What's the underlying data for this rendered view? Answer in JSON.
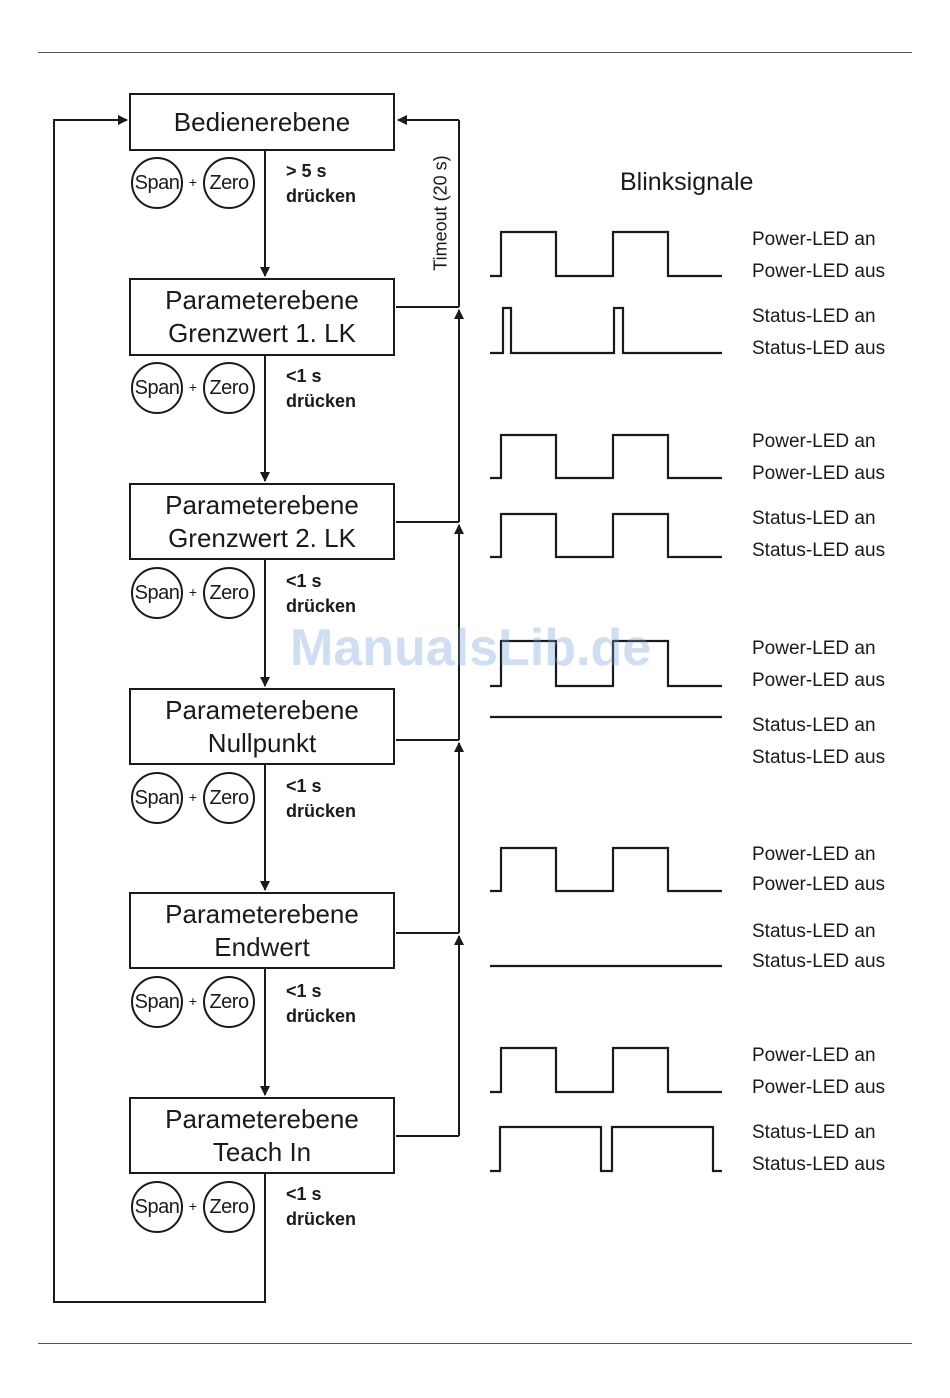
{
  "levels": [
    {
      "lines": [
        "Bedienerebene"
      ],
      "hold": [
        "> 5 s",
        "drücken"
      ]
    },
    {
      "lines": [
        "Parameterebene",
        "Grenzwert 1. LK"
      ],
      "hold": [
        "<1 s",
        "drücken"
      ]
    },
    {
      "lines": [
        "Parameterebene",
        "Grenzwert 2. LK"
      ],
      "hold": [
        "<1 s",
        "drücken"
      ]
    },
    {
      "lines": [
        "Parameterebene",
        "Nullpunkt"
      ],
      "hold": [
        "<1 s",
        "drücken"
      ]
    },
    {
      "lines": [
        "Parameterebene",
        "Endwert"
      ],
      "hold": [
        "<1 s",
        "drücken"
      ]
    },
    {
      "lines": [
        "Parameterebene",
        "Teach In"
      ],
      "hold": [
        "<1 s",
        "drücken"
      ]
    }
  ],
  "buttons": {
    "span": "Span",
    "plus": "+",
    "zero": "Zero"
  },
  "timeout_label": "Timeout (20 s)",
  "blink": {
    "title": "Blinksignale",
    "groups": [
      {
        "power_on": "Power-LED an",
        "power_off": "Power-LED aus",
        "status_on": "Status-LED an",
        "status_off": "Status-LED aus"
      },
      {
        "power_on": "Power-LED an",
        "power_off": "Power-LED aus",
        "status_on": "Status-LED an",
        "status_off": "Status-LED aus"
      },
      {
        "power_on": "Power-LED an",
        "power_off": "Power-LED aus",
        "status_on": "Status-LED an",
        "status_off": "Status-LED aus"
      },
      {
        "power_on": "Power-LED an",
        "power_off": "Power-LED aus",
        "status_on": "Status-LED an",
        "status_off": "Status-LED aus"
      },
      {
        "power_on": "Power-LED an",
        "power_off": "Power-LED aus",
        "status_on": "Status-LED an",
        "status_off": "Status-LED aus"
      }
    ]
  },
  "watermark": "ManualsLib.de"
}
